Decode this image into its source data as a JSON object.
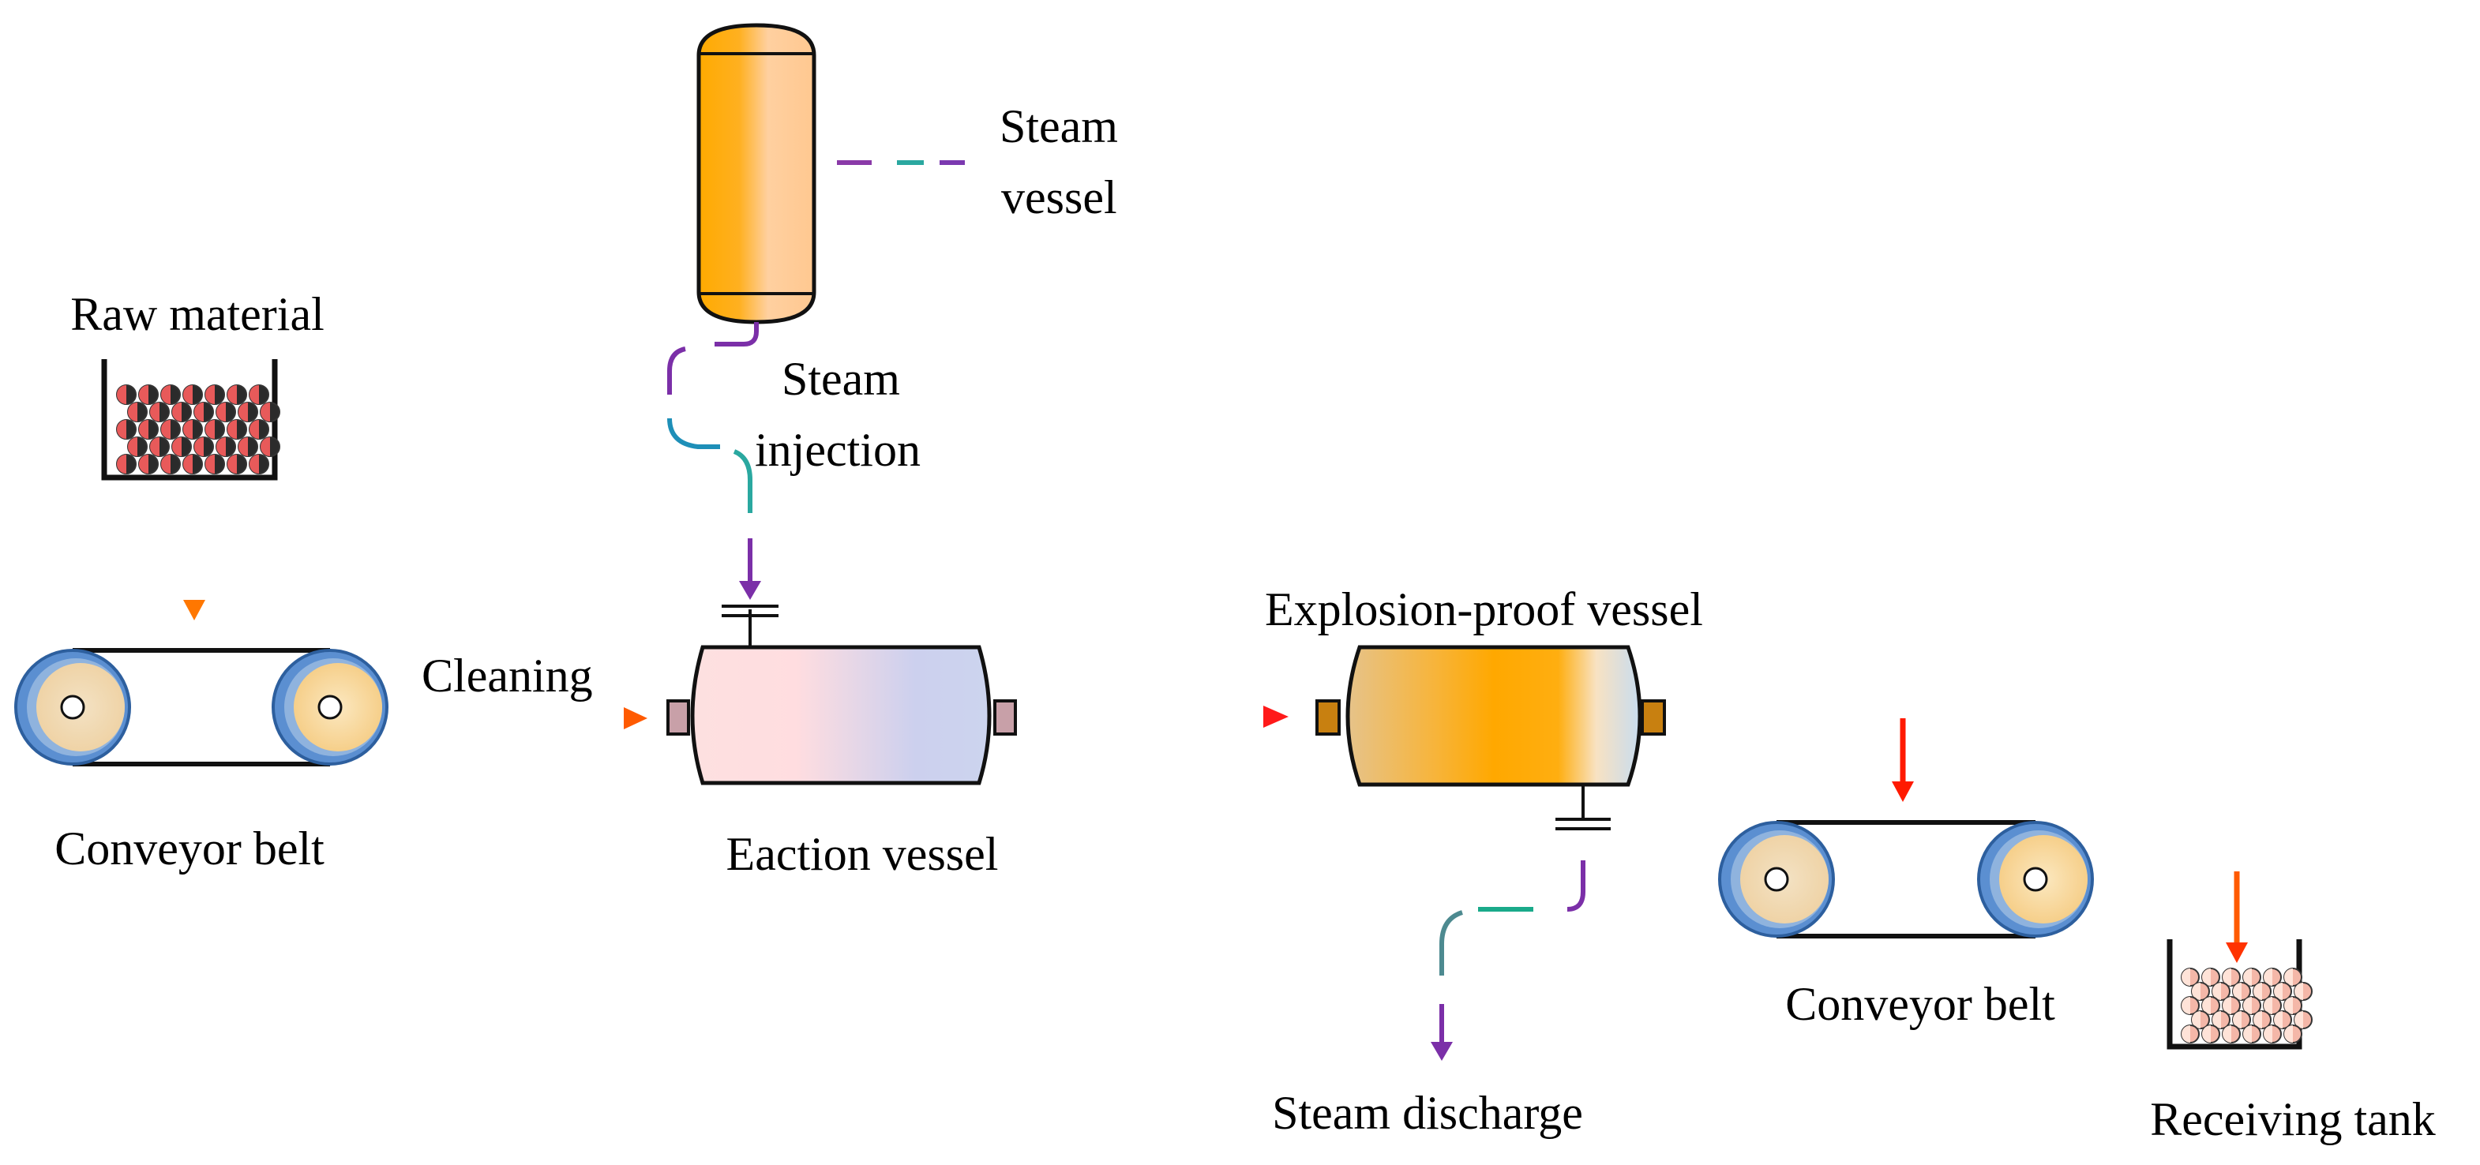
{
  "labels": {
    "raw_material": "Raw material",
    "conveyor_belt_1": "Conveyor belt",
    "cleaning": "Cleaning",
    "steam_vessel_line1": "Steam",
    "steam_vessel_line2": "vessel",
    "steam_injection_line1": "Steam",
    "steam_injection_line2": "injection",
    "eaction_vessel": "Eaction vessel",
    "explosion_proof_vessel": "Explosion-proof vessel",
    "steam_discharge": "Steam discharge",
    "conveyor_belt_2": "Conveyor belt",
    "receiving_tank": "Receiving tank"
  }
}
